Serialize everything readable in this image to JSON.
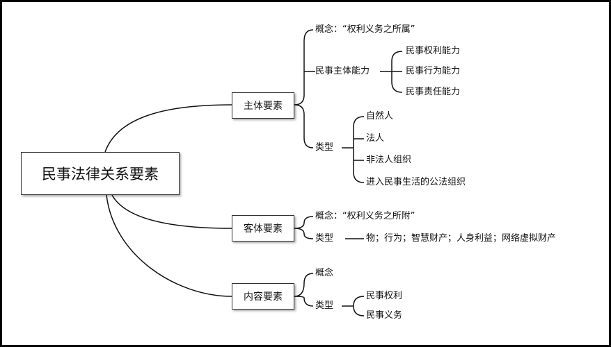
{
  "root": {
    "label": "民事法律关系要素"
  },
  "branches": {
    "subject": {
      "label": "主体要素",
      "concept": "概念：“权利义务之所属”",
      "capacity": {
        "label": "民事主体能力",
        "items": [
          "民事权利能力",
          "民事行为能力",
          "民事责任能力"
        ]
      },
      "types": {
        "label": "类型",
        "items": [
          "自然人",
          "法人",
          "非法人组织",
          "进入民事生活的公法组织"
        ]
      }
    },
    "object": {
      "label": "客体要素",
      "concept": "概念：“权利义务之所附”",
      "types": {
        "label": "类型",
        "value": "物；行为；智慧财产；人身利益；网络虚拟财产"
      }
    },
    "content": {
      "label": "内容要素",
      "concept": "概念",
      "types": {
        "label": "类型",
        "items": [
          "民事权利",
          "民事义务"
        ]
      }
    }
  },
  "style": {
    "line_color": "#111111",
    "frame_color": "#000000",
    "background": "#ffffff"
  }
}
